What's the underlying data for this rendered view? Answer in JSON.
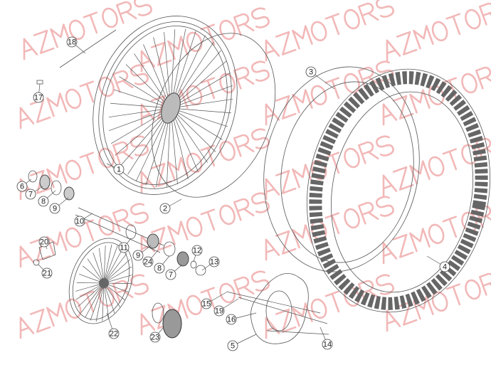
{
  "watermark": "AZMOTORS",
  "watermark_color": "#f2b8b8",
  "callouts": [
    {
      "num": "18",
      "part": "spoke"
    },
    {
      "num": "17",
      "part": "spoke-nipple"
    },
    {
      "num": "1",
      "part": "front-wheel-rim"
    },
    {
      "num": "2",
      "part": "rim-tape"
    },
    {
      "num": "3",
      "part": "inner-tube"
    },
    {
      "num": "4",
      "part": "tire"
    },
    {
      "num": "6",
      "part": "seal"
    },
    {
      "num": "7",
      "part": "seal"
    },
    {
      "num": "8",
      "part": "bearing"
    },
    {
      "num": "9",
      "part": "spacer"
    },
    {
      "num": "10",
      "part": "axle"
    },
    {
      "num": "20",
      "part": "bracket"
    },
    {
      "num": "21",
      "part": "nut"
    },
    {
      "num": "11",
      "part": "spacer-tube"
    },
    {
      "num": "9",
      "part": "spacer"
    },
    {
      "num": "24",
      "part": "ring"
    },
    {
      "num": "8",
      "part": "bearing"
    },
    {
      "num": "7",
      "part": "seal"
    },
    {
      "num": "12",
      "part": "washer"
    },
    {
      "num": "13",
      "part": "axle-nut"
    },
    {
      "num": "22",
      "part": "wheel-assembly"
    },
    {
      "num": "23",
      "part": "hub"
    },
    {
      "num": "15",
      "part": "bolt"
    },
    {
      "num": "19",
      "part": "washer"
    },
    {
      "num": "16",
      "part": "bolt"
    },
    {
      "num": "5",
      "part": "brake-disc"
    },
    {
      "num": "14",
      "part": "disc-bolts"
    }
  ]
}
